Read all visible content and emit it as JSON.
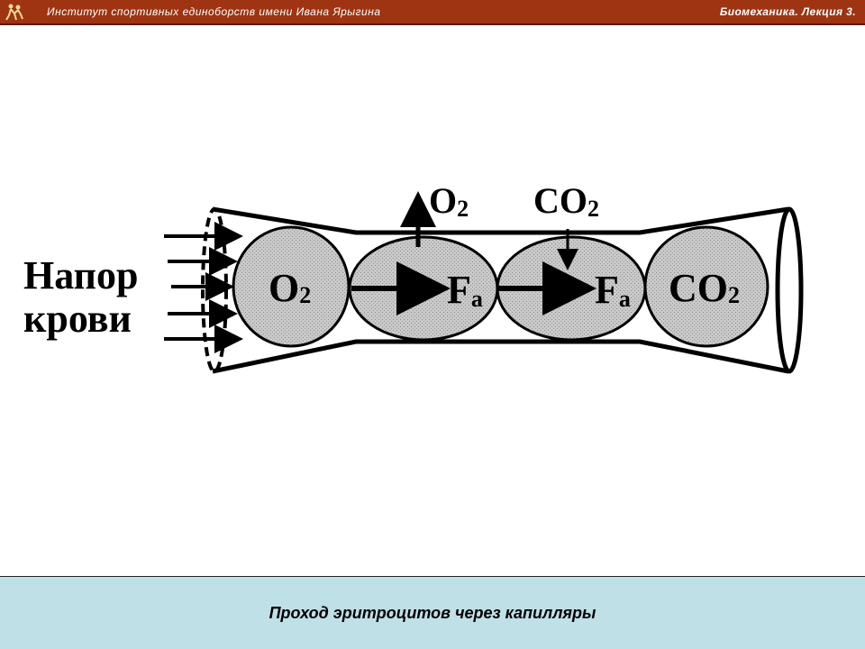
{
  "header": {
    "institute": "Институт спортивных единоборств имени Ивана Ярыгина",
    "lecture": "Биомеханика. Лекция 3.",
    "logo_icon": "wrestlers-logo-icon"
  },
  "diagram": {
    "side_label_line1": "Напор",
    "side_label_line2": "крови",
    "cells": [
      {
        "symbol": "O",
        "sub": "2"
      },
      {
        "symbol": "F",
        "sub": "a"
      },
      {
        "symbol": "F",
        "sub": "a"
      },
      {
        "symbol": "CO",
        "sub": "2"
      }
    ],
    "exit_gas": {
      "symbol": "O",
      "sub": "2"
    },
    "entry_gas": {
      "symbol": "CO",
      "sub": "2"
    }
  },
  "caption": "Проход эритроцитов через капилляры",
  "colors": {
    "header_bg": "#9e3412",
    "caption_bg": "#bfe0e6",
    "cell_fill": "#c4c4c4"
  }
}
